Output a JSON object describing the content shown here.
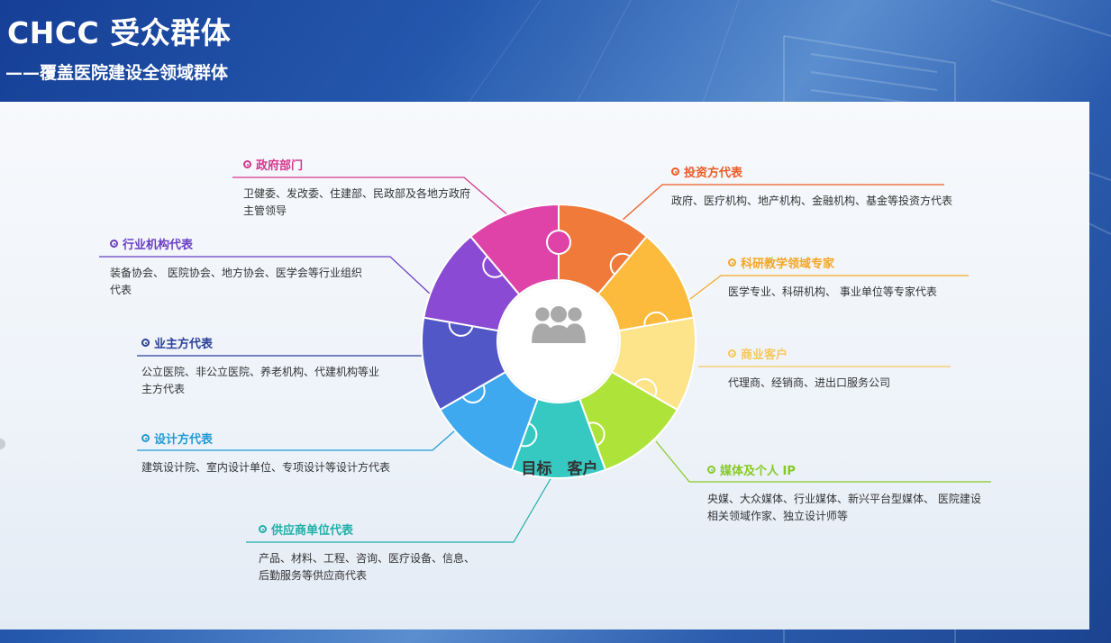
{
  "title": "CHCC 受众群体",
  "subtitle": "——覆盖医院建设全领域群体",
  "center": {
    "label": "目标　客户",
    "icon": "people-group-icon"
  },
  "groups": [
    {
      "id": "gov",
      "title": "政府部门",
      "color": "#d6358d",
      "desc": [
        "卫健委、发改委、住建部、民政部及各地方政府",
        "主管领导"
      ]
    },
    {
      "id": "industry",
      "title": "行业机构代表",
      "color": "#6a3fc4",
      "desc": [
        "装备协会、 医院协会、地方协会、医学会等行业组织",
        "代表"
      ]
    },
    {
      "id": "owner",
      "title": "业主方代表",
      "color": "#2a3f9a",
      "desc": [
        "公立医院、非公立医院、养老机构、代建机构等业",
        "主方代表"
      ]
    },
    {
      "id": "design",
      "title": "设计方代表",
      "color": "#1f9ad6",
      "desc": [
        "建筑设计院、室内设计单位、专项设计等设计方代表"
      ]
    },
    {
      "id": "supplier",
      "title": "供应商单位代表",
      "color": "#1fb0a8",
      "desc": [
        "产品、材料、工程、咨询、医疗设备、信息、",
        "后勤服务等供应商代表"
      ]
    },
    {
      "id": "invest",
      "title": "投资方代表",
      "color": "#ee5a24",
      "desc": [
        "政府、医疗机构、地产机构、金融机构、基金等投资方代表"
      ]
    },
    {
      "id": "research",
      "title": "科研教学领域专家",
      "color": "#f5a623",
      "desc": [
        "医学专业、科研机构、 事业单位等专家代表"
      ]
    },
    {
      "id": "business",
      "title": "商业客户",
      "color": "#f8c65a",
      "desc": [
        "代理商、经销商、进出口服务公司"
      ]
    },
    {
      "id": "media",
      "title": "媒体及个人 IP",
      "color": "#86c926",
      "desc": [
        "央媒、大众媒体、行业媒体、新兴平台型媒体、 医院建设",
        "相关领域作家、独立设计师等"
      ]
    }
  ],
  "puzzle_colors": [
    "#f07a3a",
    "#fdbb3e",
    "#fde48a",
    "#aee33a",
    "#35c9c2",
    "#3fa9ef",
    "#5257c7",
    "#8a4ad4",
    "#df43a8"
  ]
}
